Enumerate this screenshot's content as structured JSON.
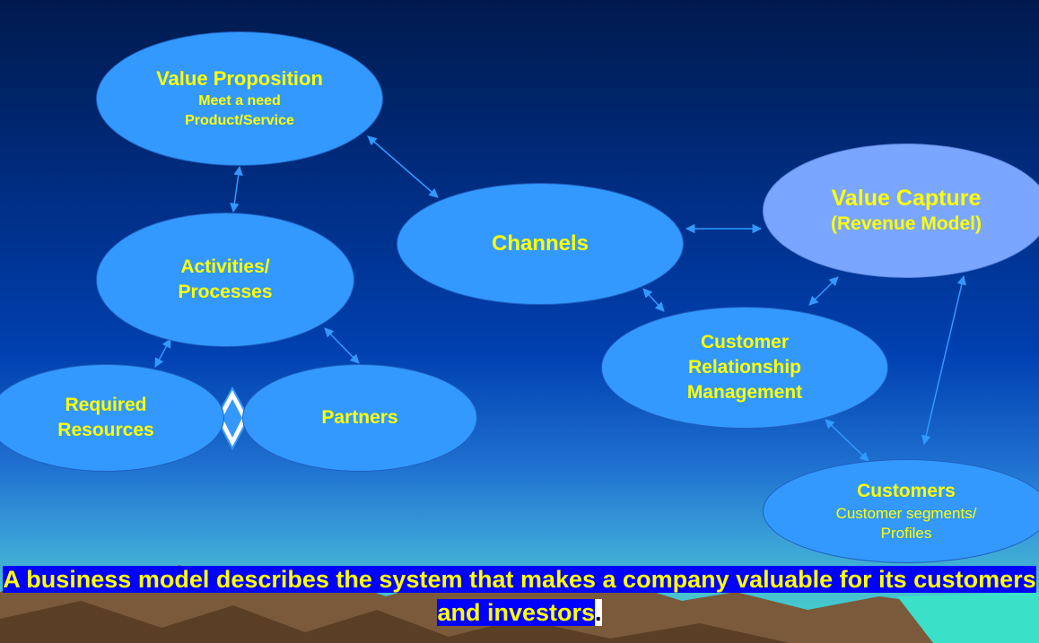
{
  "nodes": {
    "value_proposition": {
      "title": "Value Proposition",
      "line1": "Meet a need",
      "line2": "Product/Service"
    },
    "channels": {
      "title": "Channels"
    },
    "value_capture": {
      "title": "Value Capture",
      "subtitle": "(Revenue Model)"
    },
    "activities": {
      "line1": "Activities/",
      "line2": "Processes"
    },
    "crm": {
      "line1": "Customer",
      "line2": "Relationship",
      "line3": "Management"
    },
    "required_resources": {
      "line1": "Required",
      "line2": "Resources"
    },
    "partners": {
      "title": "Partners"
    },
    "customers": {
      "title": "Customers",
      "line1": "Customer segments/",
      "line2": "Profiles"
    }
  },
  "caption": {
    "text": "A business model describes the system that makes a company valuable for its customers and investors",
    "period": "."
  },
  "colors": {
    "node_fill": "#3399ff",
    "node_fill_light": "#7aa6ff",
    "text": "#ffff00",
    "caption_highlight": "#0000ff"
  }
}
